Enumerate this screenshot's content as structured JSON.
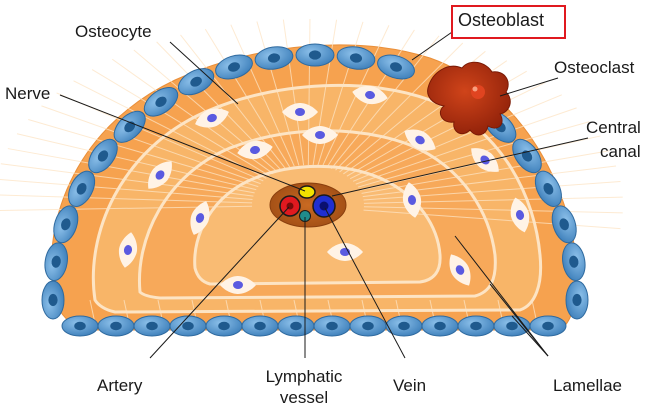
{
  "labels": {
    "osteocyte": "Osteocyte",
    "osteoblast": "Osteoblast",
    "osteoclast": "Osteoclast",
    "nerve": "Nerve",
    "central_canal_line1": "Central",
    "central_canal_line2": "canal",
    "artery": "Artery",
    "lymphatic_line1": "Lymphatic",
    "lymphatic_line2": "vessel",
    "vein": "Vein",
    "lamellae": "Lamellae"
  },
  "highlighted_label": "osteoblast",
  "colors": {
    "outer_lamella": "#f6a24f",
    "mid_lamella": "#f8b568",
    "inner_lamella": "#f7a95a",
    "innermost_lamella": "#f9bb73",
    "lamella_line": "#fde4c4",
    "osteoblast_cell": "#5b9bd0",
    "osteoblast_nucleus": "#1f5a8e",
    "osteocyte_lacuna": "#fff3e6",
    "osteocyte_nucleus": "#5a5ae0",
    "osteoclast": "#a8280c",
    "canal": "#b85e1c",
    "nerve": "#f2e200",
    "artery": "#e0191f",
    "vein": "#1f2fd0",
    "lymphatic": "#1f8c8c",
    "highlight_box": "#e0191f",
    "leader_line": "#1a1a1a"
  }
}
